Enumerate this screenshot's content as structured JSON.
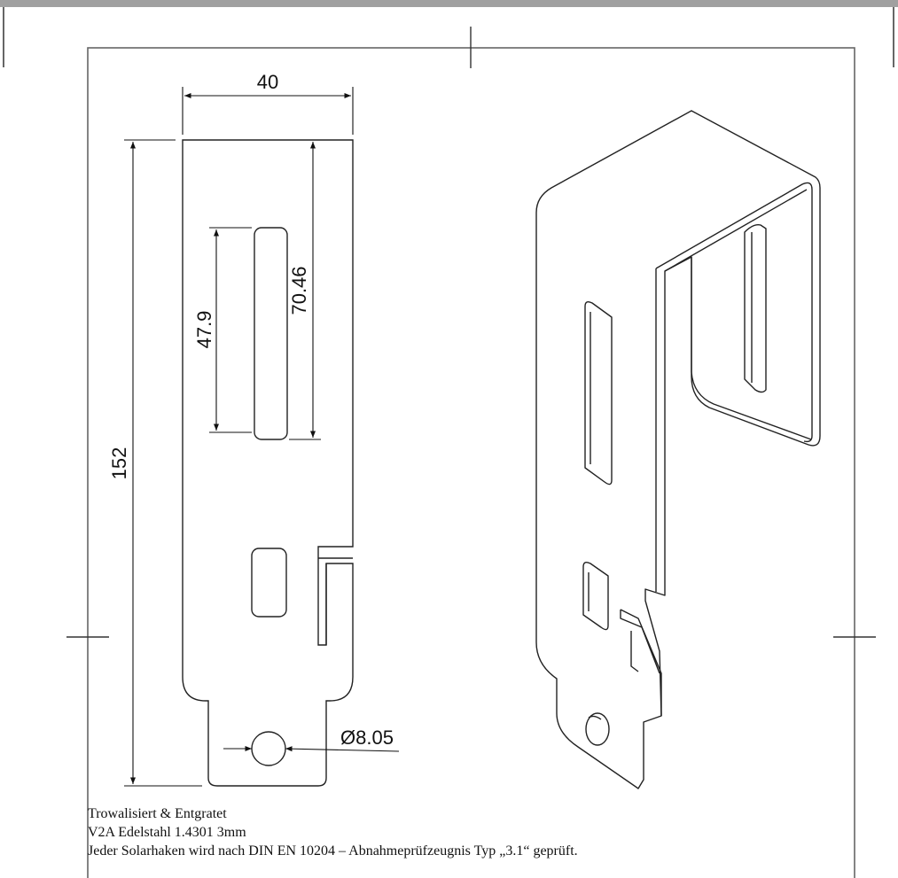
{
  "dimensions": {
    "width": "40",
    "height": "152",
    "slot_length": "47.9",
    "slot_offset": "70.46",
    "hole_diameter": "Ø8.05"
  },
  "notes": [
    "Trowalisiert & Entgratet",
    "V2A Edelstahl 1.4301 3mm",
    "Jeder Solarhaken wird nach DIN EN 10204 –  Abnahmeprüfzeugnis Typ „3.1“ geprüft."
  ]
}
